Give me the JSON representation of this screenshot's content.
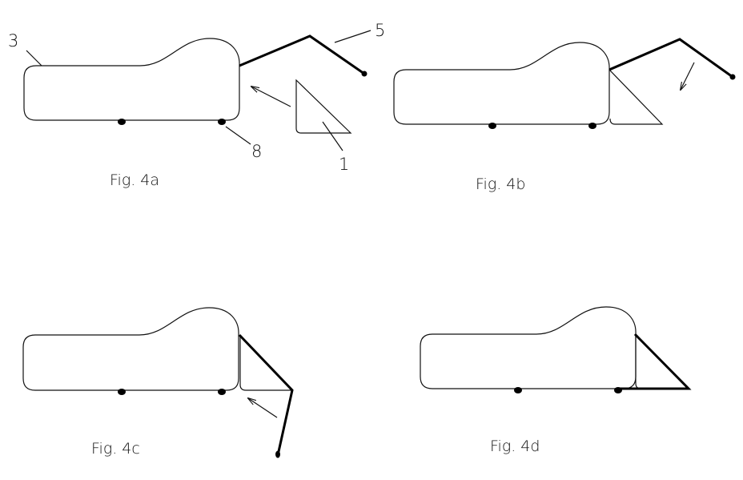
{
  "figures": [
    {
      "caption": "Fig. 4a"
    },
    {
      "caption": "Fig. 4b"
    },
    {
      "caption": "Fig. 4c"
    },
    {
      "caption": "Fig. 4d"
    }
  ],
  "reference_numerals": {
    "body": "3",
    "rod": "5",
    "wedge": "1",
    "wheel": "8"
  },
  "colors": {
    "line": "#000000",
    "background": "#ffffff"
  }
}
